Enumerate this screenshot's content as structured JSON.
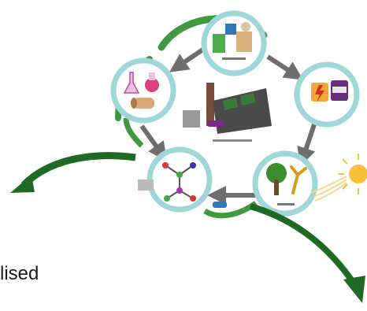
{
  "caption": "lised",
  "diagram": {
    "nodes": [
      {
        "id": "products",
        "icon": "consumer-products-icon"
      },
      {
        "id": "energy",
        "icon": "energy-products-icon"
      },
      {
        "id": "biomass",
        "icon": "tree-biomass-icon"
      },
      {
        "id": "chemicals",
        "icon": "molecule-icon"
      },
      {
        "id": "materials",
        "icon": "lab-flask-paper-roll-icon"
      }
    ],
    "center": {
      "icon": "biorefinery-factory-icon"
    },
    "colors": {
      "ring": "#9fd6d6",
      "node_fill": "#ffffff",
      "green_arrow": "#2f7d32",
      "dark_green_arrow": "#1f6b23",
      "grey_arrow": "#6e6e6e",
      "sun": "#f6c23a"
    }
  }
}
